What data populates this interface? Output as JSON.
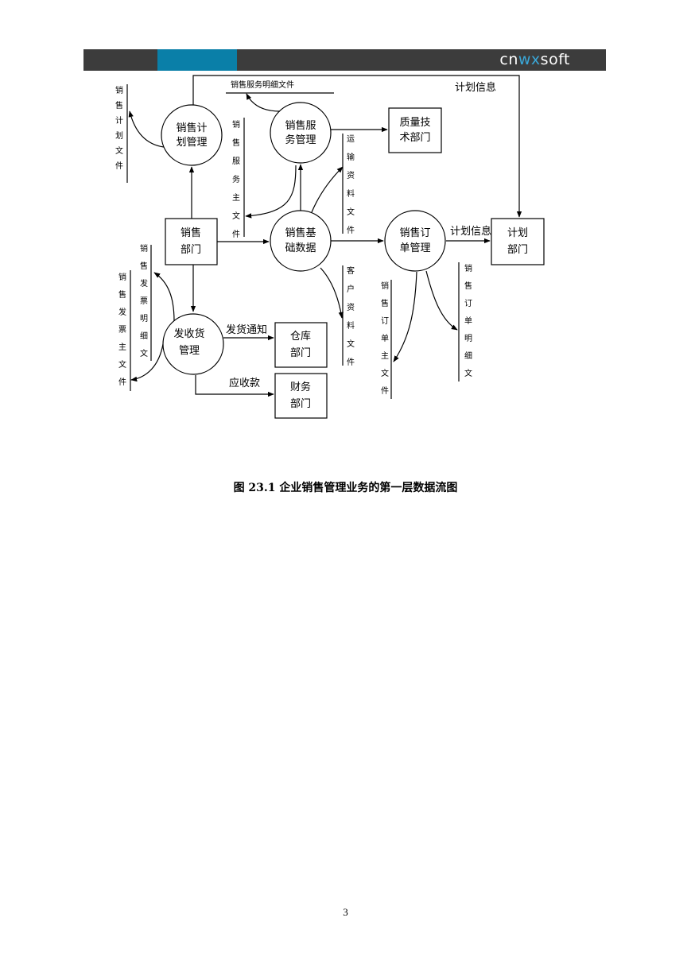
{
  "header": {
    "brand_left": "cn",
    "brand_mid": "wx",
    "brand_right": "soft",
    "bar_color": "#3c3c3c",
    "accent_color": "#0a7fa8"
  },
  "nodes": {
    "process_sales_plan": "销售计\n划管理",
    "process_sales_service": "销售服\n务管理",
    "process_sales_base": "销售基\n础数据",
    "process_sales_order": "销售订\n单管理",
    "process_shipping": "发收货\n管理",
    "entity_quality": "质量技\n术部门",
    "entity_sales_dept": "销售\n部门",
    "entity_plan_dept": "计划\n部门",
    "entity_warehouse": "仓库\n部门",
    "entity_finance": "财务\n部门"
  },
  "stores": {
    "sales_plan_file": "销售计划文件",
    "service_detail_file": "销售服务明细文件",
    "service_master_file": "销售服务主文件",
    "transport_file": "运输资料文件",
    "customer_file": "客户资料文件",
    "order_master_file": "销售订单主文件",
    "order_detail_file": "销售订单明细文",
    "invoice_detail_file": "销售发票明细文",
    "invoice_master_file": "销售发票主文件"
  },
  "flows": {
    "plan_info_top": "计划信息",
    "plan_info_right": "计划信息",
    "ship_notice": "发货通知",
    "receivables": "应收款"
  },
  "caption": "图 23.1  企业销售管理业务的第一层数据流图",
  "page_number": "3"
}
